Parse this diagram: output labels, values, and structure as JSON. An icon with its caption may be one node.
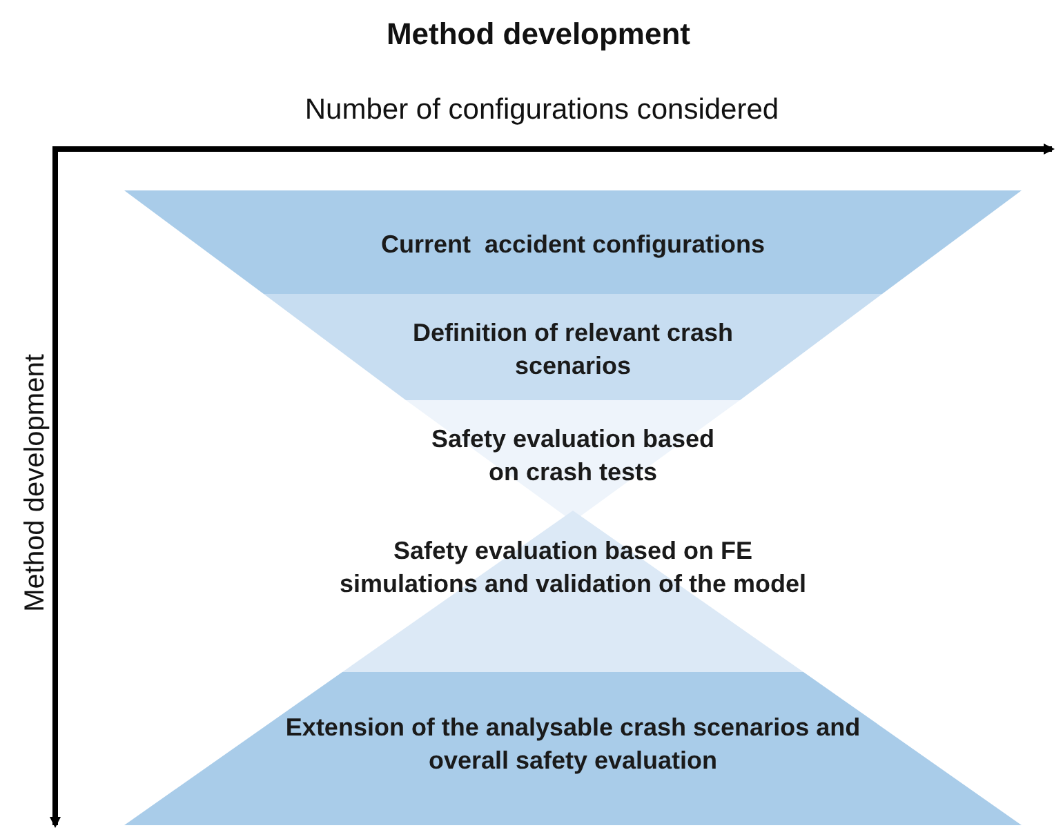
{
  "diagram": {
    "title": "Method development",
    "nodes": [
      {
        "text": [
          "Current  accident configurations"
        ]
      },
      {
        "text": [
          "Definition of relevant crash scenarios"
        ]
      },
      {
        "text": [
          "Safety evaluation based on crash tests"
        ]
      },
      {
        "text": [
          "Safety evaluation based on FE simulations and validation of the model"
        ]
      },
      {
        "text": [
          "Extension of the analysable crash scenarios and overall safety evaluation"
        ]
      }
    ],
    "edges": [],
    "labels": [
      "Number of configurations considered",
      "Method development"
    ]
  }
}
